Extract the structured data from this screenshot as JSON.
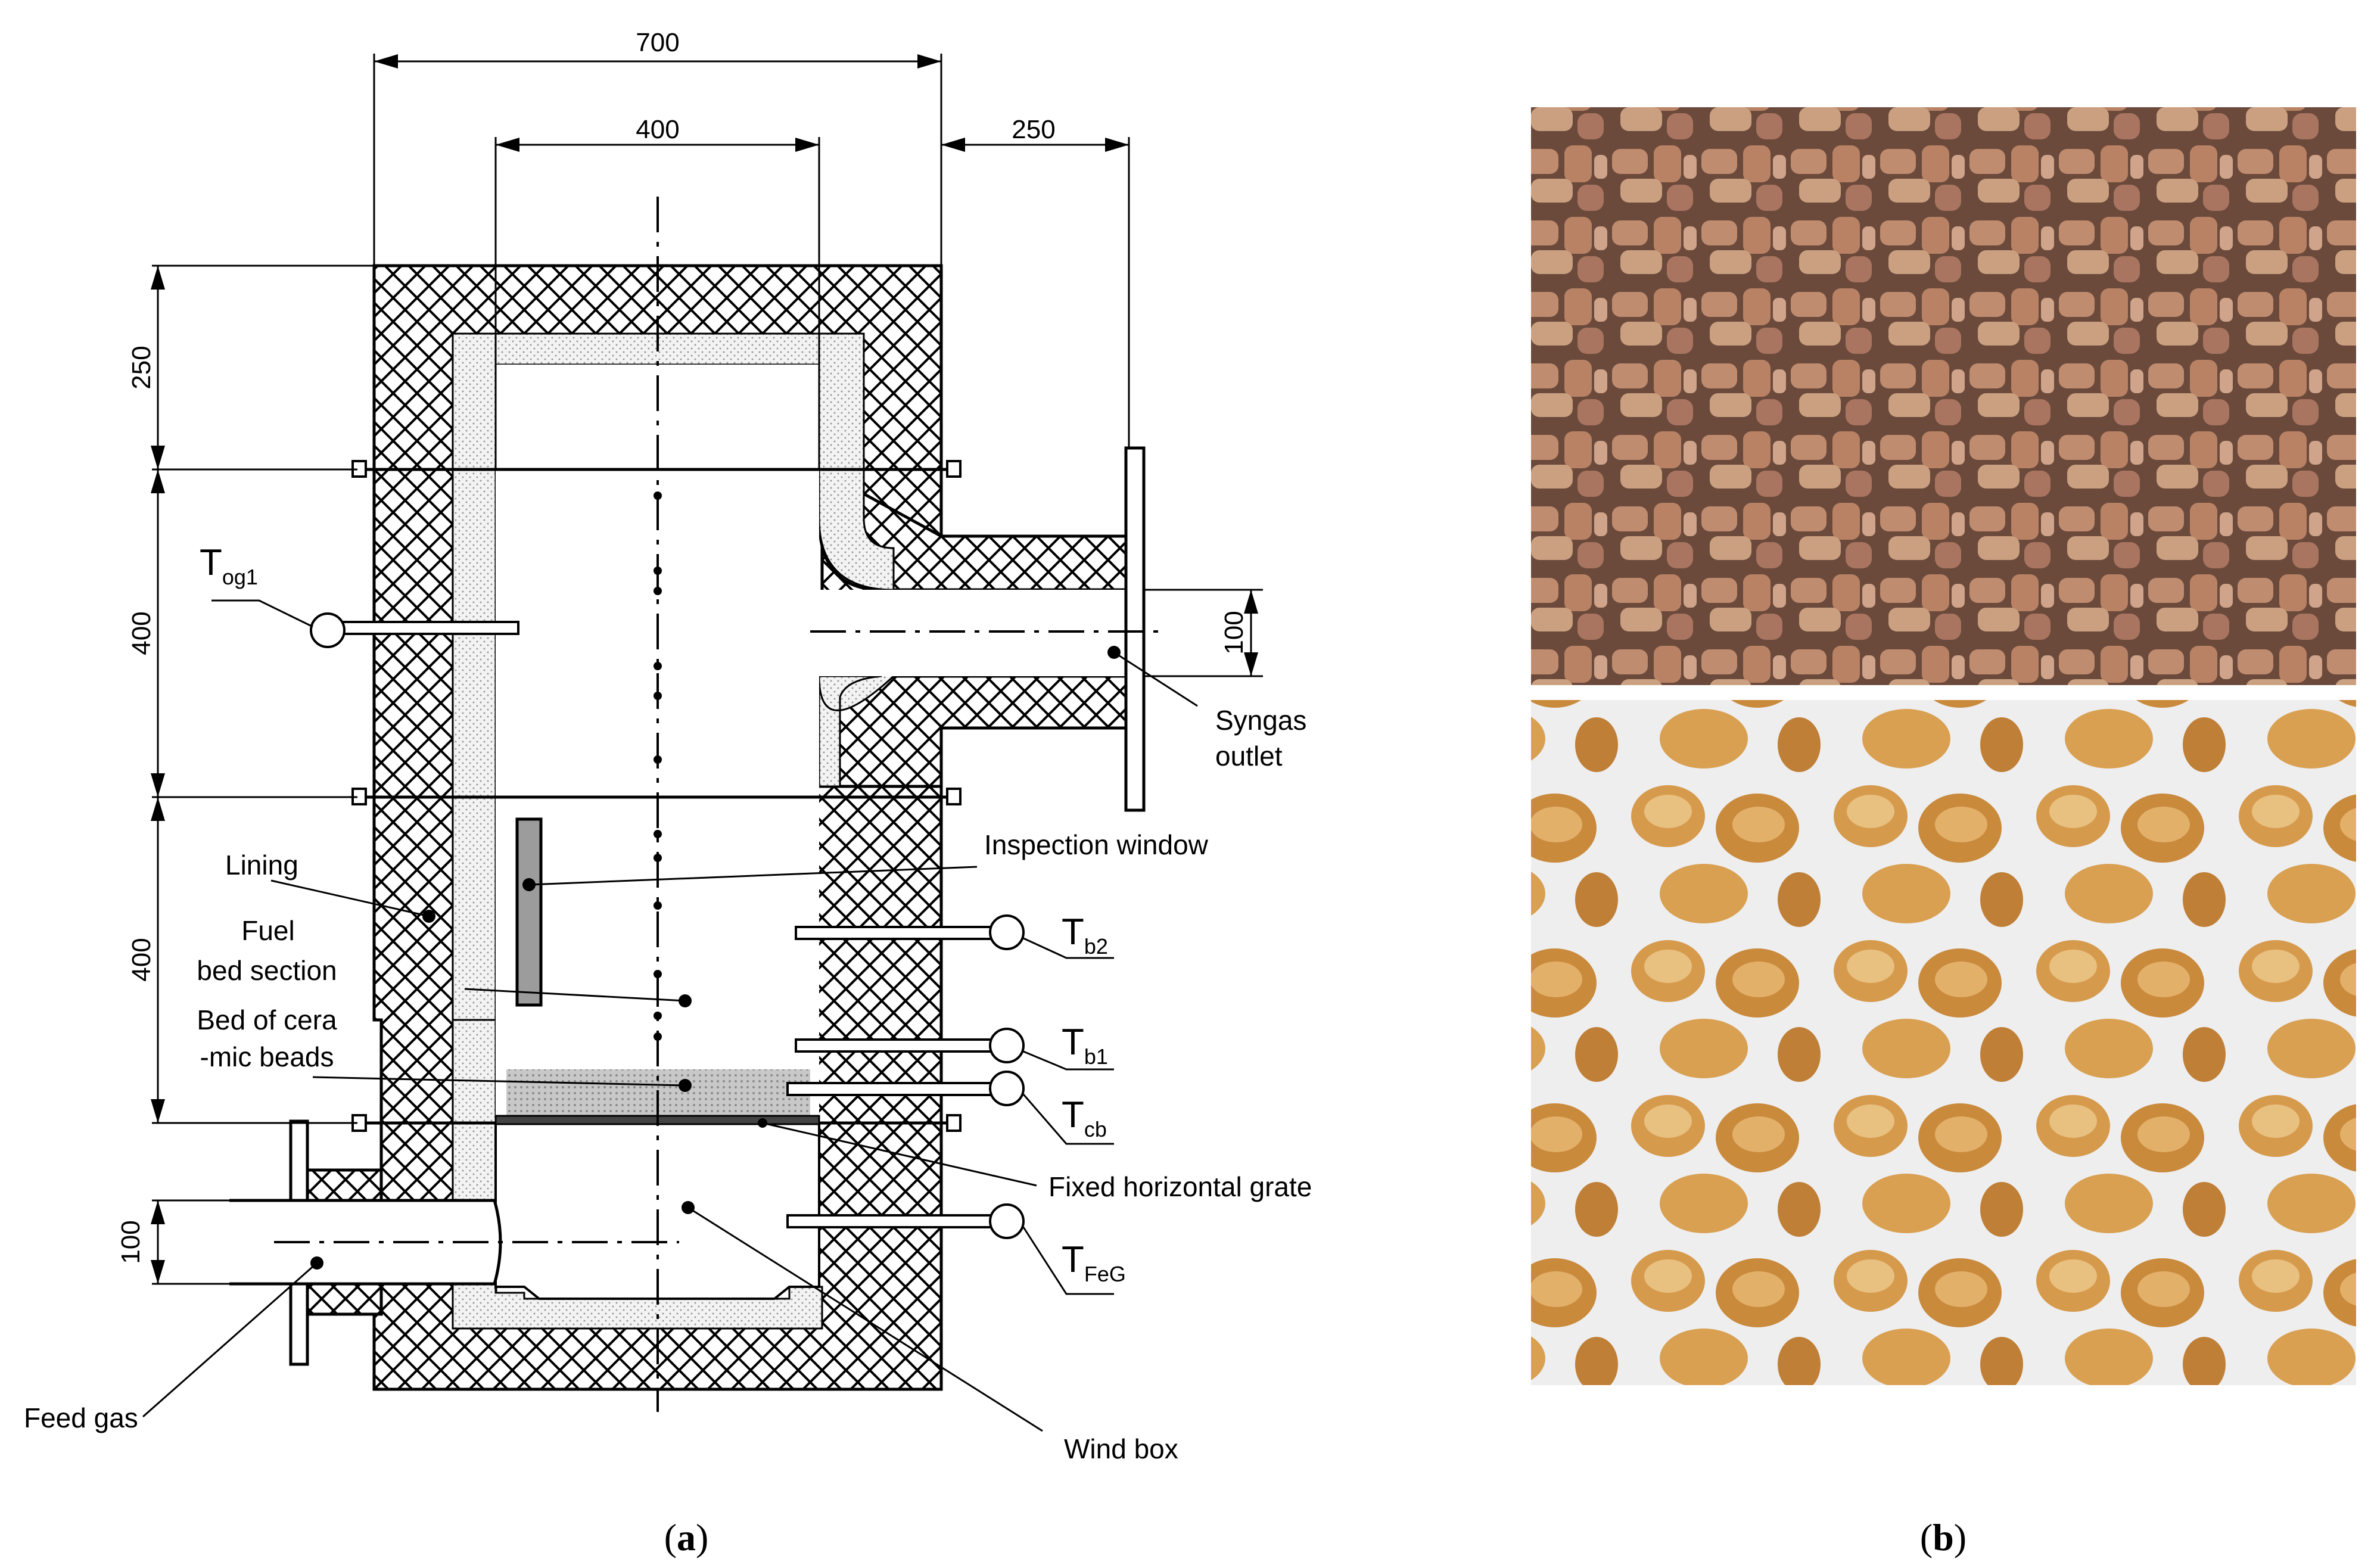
{
  "panel_a": {
    "caption": {
      "open": "(",
      "letter": "a",
      "close": ")"
    },
    "dimensions": {
      "overall_width": "700",
      "inner_width": "400",
      "outlet_length": "250",
      "top_height": "250",
      "upper_section": "400",
      "lower_section": "400",
      "inlet_diameter": "100",
      "outlet_diameter": "100"
    },
    "labels": {
      "lining": "Lining",
      "fuel_bed_line1": "Fuel",
      "fuel_bed_line2": "bed section",
      "beads_line1": "Bed of cera",
      "beads_line2": "-mic beads",
      "inspection_window": "Inspection window",
      "syngas_line1": "Syngas",
      "syngas_line2": "outlet",
      "grate": "Fixed horizontal grate",
      "feed_gas": "Feed gas",
      "wind_box": "Wind box"
    },
    "sensors": [
      {
        "main": "T",
        "sub": "og1"
      },
      {
        "main": "T",
        "sub": "b2"
      },
      {
        "main": "T",
        "sub": "b1"
      },
      {
        "main": "T",
        "sub": "cb"
      },
      {
        "main": "T",
        "sub": "FeG"
      }
    ]
  },
  "panel_b": {
    "caption": {
      "open": "(",
      "letter": "b",
      "close": ")"
    },
    "photos": [
      "pellets-fresh-photo",
      "pellets-after-gasification-photo"
    ],
    "colors": {
      "top_pellets": "#b78467",
      "bottom_pellets": "#d69a4c",
      "background": "#eeeeef"
    }
  }
}
